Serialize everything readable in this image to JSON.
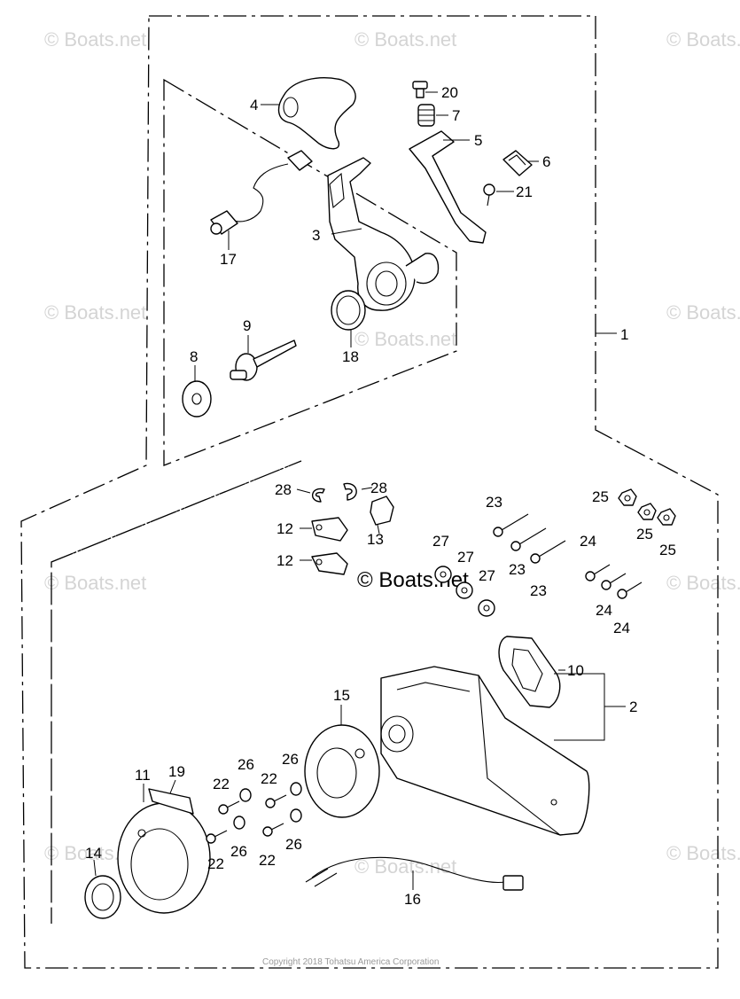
{
  "watermark": "© Boats.net",
  "center_watermark": "© Boats.net",
  "copyright": "Copyright 2018 Tohatsu America Corporation",
  "labels": {
    "p1": "1",
    "p2": "2",
    "p3": "3",
    "p4": "4",
    "p5": "5",
    "p6": "6",
    "p7": "7",
    "p8": "8",
    "p9": "9",
    "p10": "10",
    "p11": "11",
    "p14": "14",
    "p15": "15",
    "p16": "16",
    "p17": "17",
    "p18": "18",
    "p19": "19",
    "p20": "20",
    "p21": "21",
    "p12a": "12",
    "p12b": "12",
    "p13": "13",
    "p22a": "22",
    "p22b": "22",
    "p22c": "22",
    "p22d": "22",
    "p23a": "23",
    "p23b": "23",
    "p23c": "23",
    "p24a": "24",
    "p24b": "24",
    "p24c": "24",
    "p25a": "25",
    "p25b": "25",
    "p25c": "25",
    "p26a": "26",
    "p26b": "26",
    "p26c": "26",
    "p26d": "26",
    "p27a": "27",
    "p27b": "27",
    "p27c": "27",
    "p28a": "28",
    "p28b": "28"
  }
}
